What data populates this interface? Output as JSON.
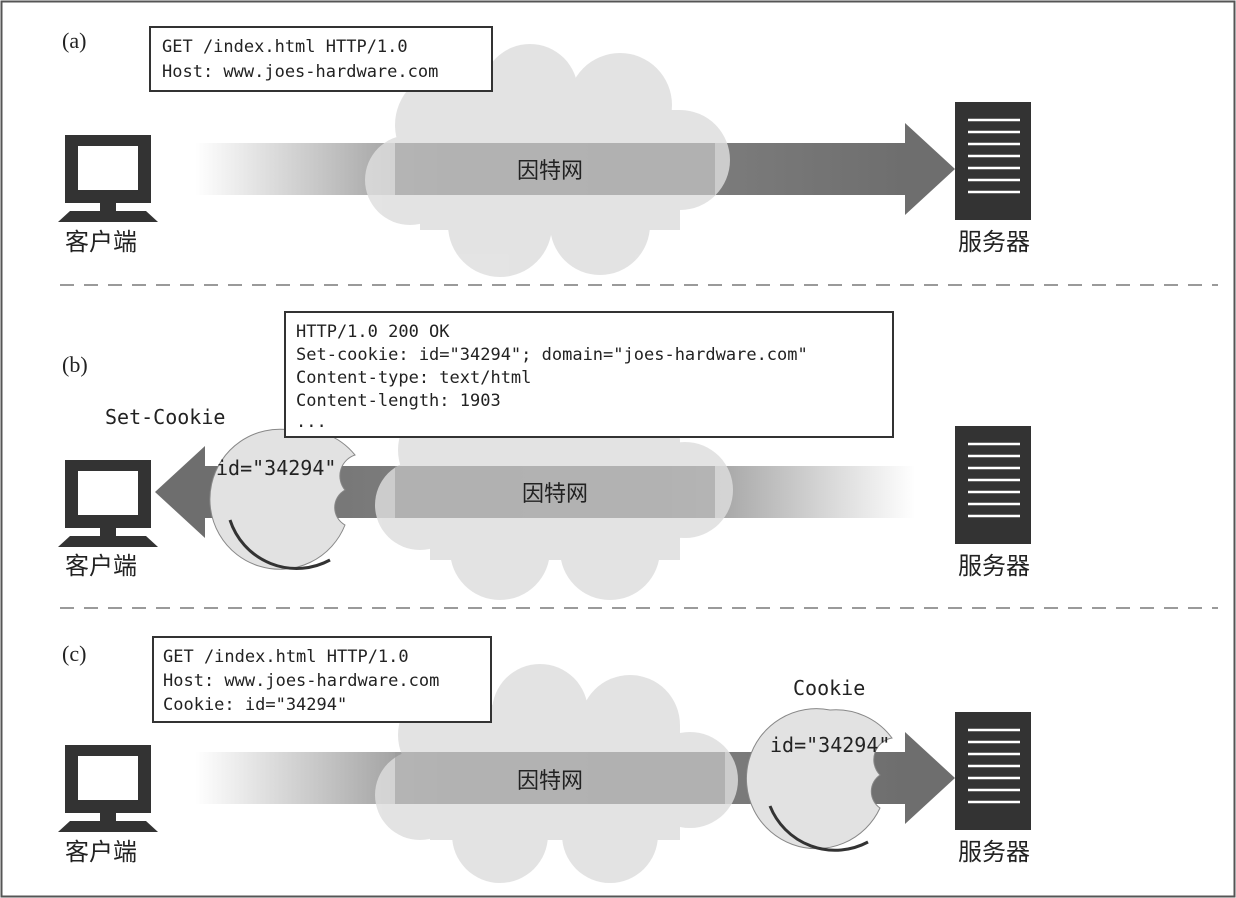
{
  "panels": [
    {
      "label": "(a)",
      "message_lines": [
        "GET /index.html HTTP/1.0",
        "Host: www.joes-hardware.com"
      ],
      "network_label": "因特网",
      "client_label": "客户端",
      "server_label": "服务器",
      "arrow_direction": "client-to-server"
    },
    {
      "label": "(b)",
      "message_lines": [
        "HTTP/1.0 200 OK",
        "Set-cookie: id=\"34294\"; domain=\"joes-hardware.com\"",
        "Content-type: text/html",
        "Content-length: 1903",
        "..."
      ],
      "network_label": "因特网",
      "client_label": "客户端",
      "server_label": "服务器",
      "cookie_caption": "Set-Cookie",
      "cookie_value": "id=\"34294\"",
      "arrow_direction": "server-to-client"
    },
    {
      "label": "(c)",
      "message_lines": [
        "GET /index.html HTTP/1.0",
        "Host: www.joes-hardware.com",
        "Cookie: id=\"34294\""
      ],
      "network_label": "因特网",
      "client_label": "客户端",
      "server_label": "服务器",
      "cookie_caption": "Cookie",
      "cookie_value": "id=\"34294\"",
      "arrow_direction": "client-to-server"
    }
  ],
  "colors": {
    "arrow": "#7a7a7a",
    "cloud": "#dcdcdc",
    "cloud_edge": "#c8c8c8",
    "icon": "#333333",
    "divider": "#9a9a9a",
    "cookie": "#e2e2e2"
  }
}
